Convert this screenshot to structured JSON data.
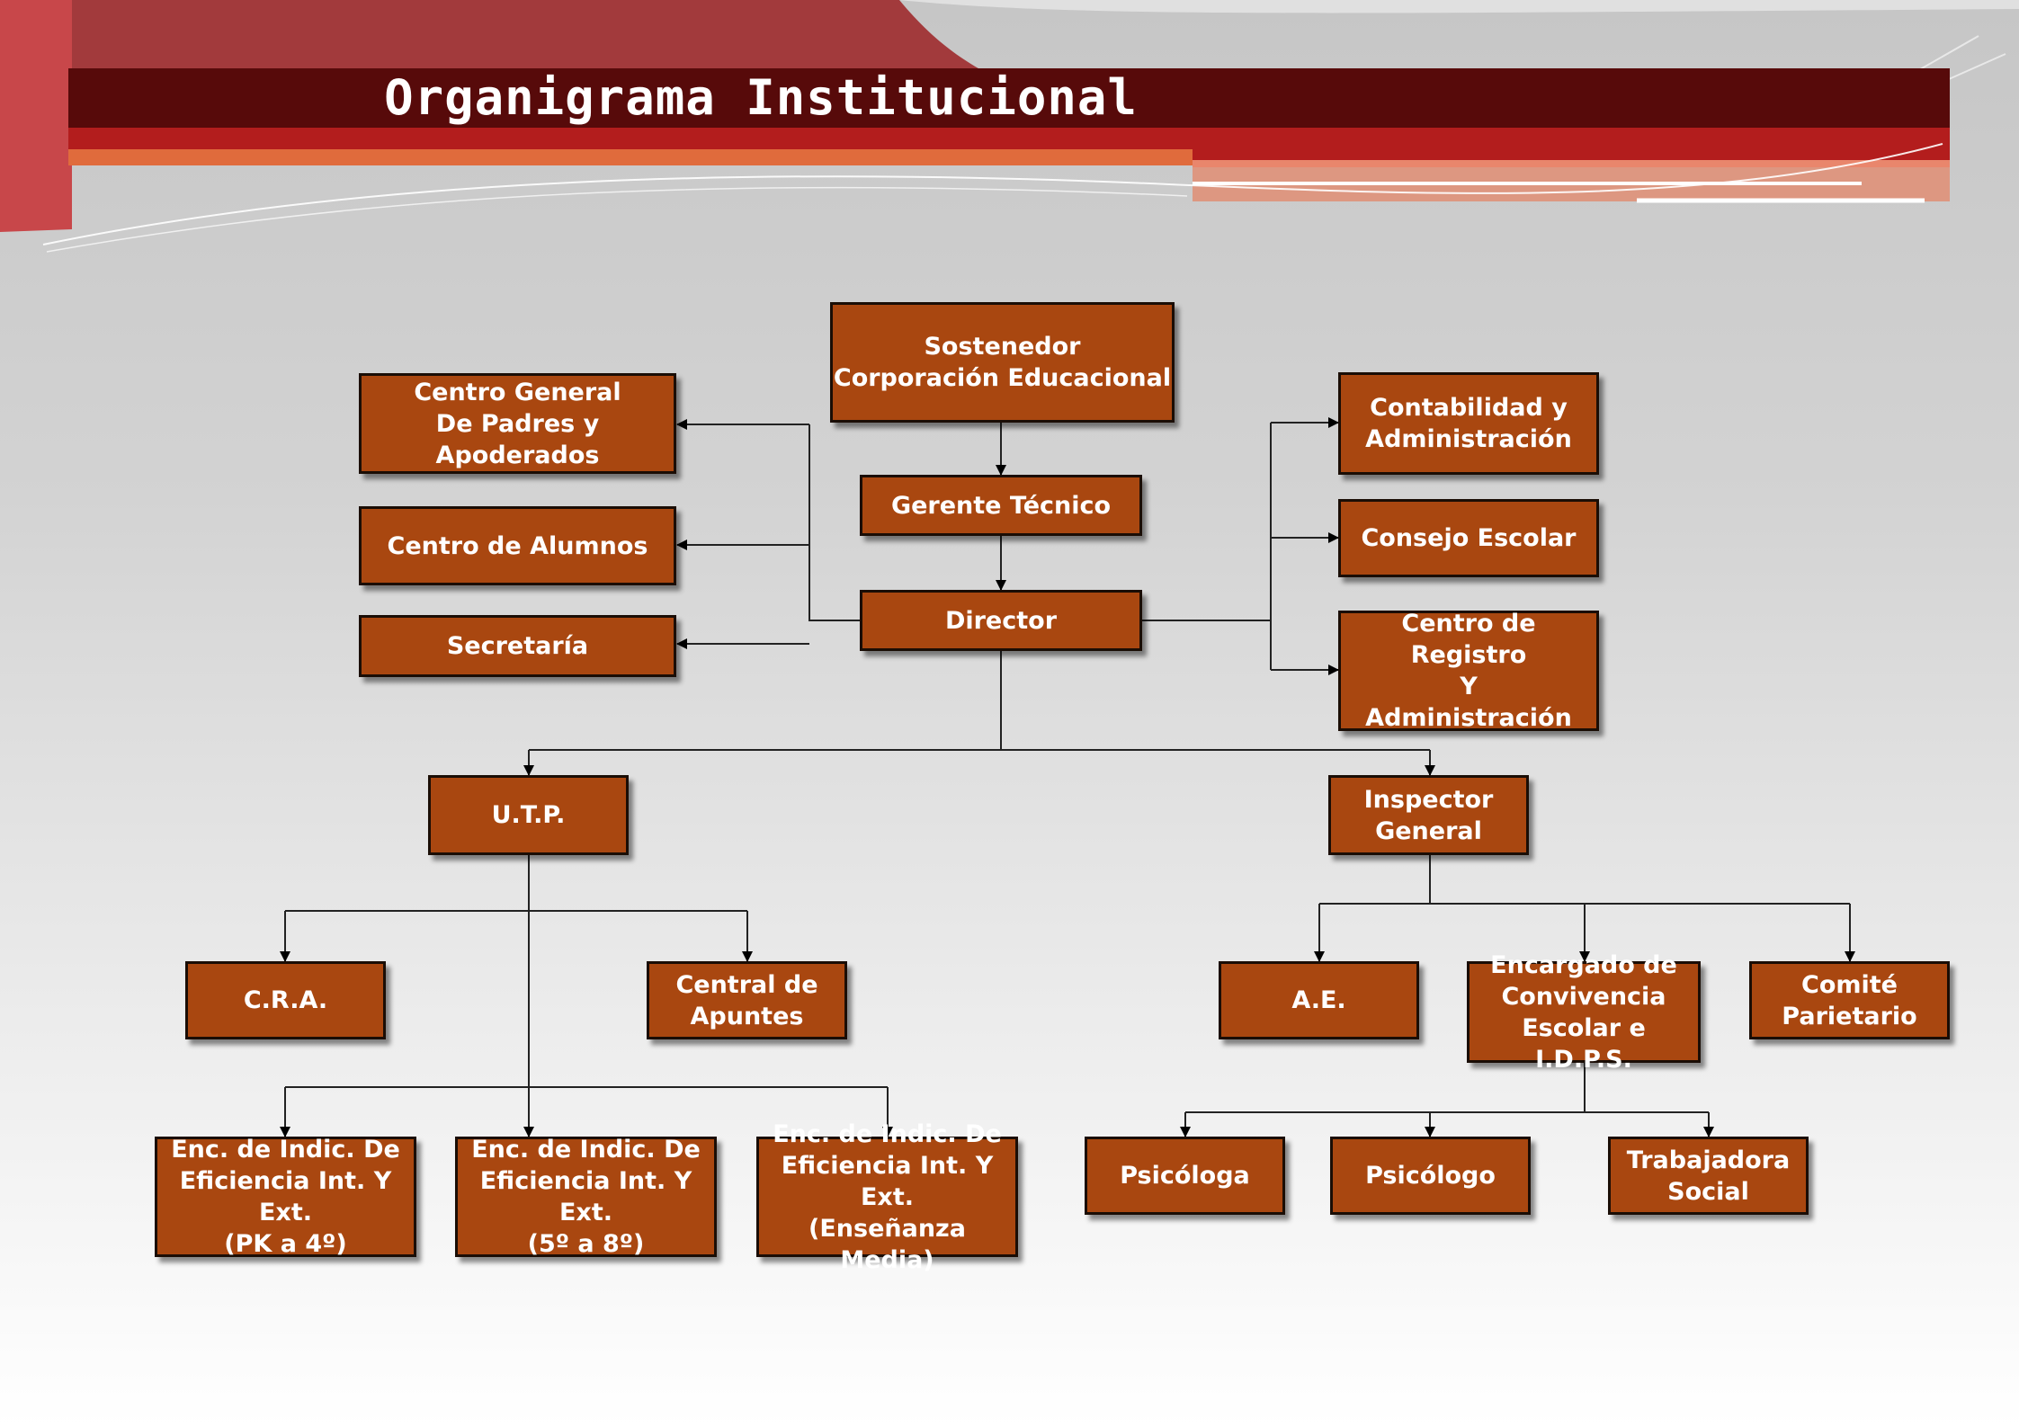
{
  "title": "Organigrama Institucional",
  "colors": {
    "box_fill": "#a94710",
    "box_border": "#1a0d05",
    "title_bar": "#570a0a",
    "accent_red": "#b41c1c",
    "accent_orange": "#e8663a"
  },
  "nodes": {
    "sostenedor": "Sostenedor\nCorporación Educacional",
    "centro_padres": "Centro General\nDe Padres y Apoderados",
    "centro_alumnos": "Centro de Alumnos",
    "secretaria": "Secretaría",
    "gerente": "Gerente Técnico",
    "director": "Director",
    "contabilidad": "Contabilidad y\nAdministración",
    "consejo": "Consejo Escolar",
    "registro": "Centro de Registro\nY\nAdministración",
    "utp": "U.T.P.",
    "inspector": "Inspector\nGeneral",
    "cra": "C.R.A.",
    "apuntes": "Central de\nApuntes",
    "ae": "A.E.",
    "convivencia": "Encargado de\nConvivencia\nEscolar e I.D.P.S.",
    "comite": "Comité\nParietario",
    "enc_pk": "Enc. de Indic. De\nEficiencia Int. Y Ext.\n(PK a 4º)",
    "enc_58": "Enc. de Indic. De\nEficiencia Int. Y Ext.\n(5º a 8º)",
    "enc_media": "Enc. de Indic. De\nEficiencia Int. Y Ext.\n(Enseñanza Media)",
    "psicologa": "Psicóloga",
    "psicologo": "Psicólogo",
    "trabajadora": "Trabajadora\nSocial"
  }
}
